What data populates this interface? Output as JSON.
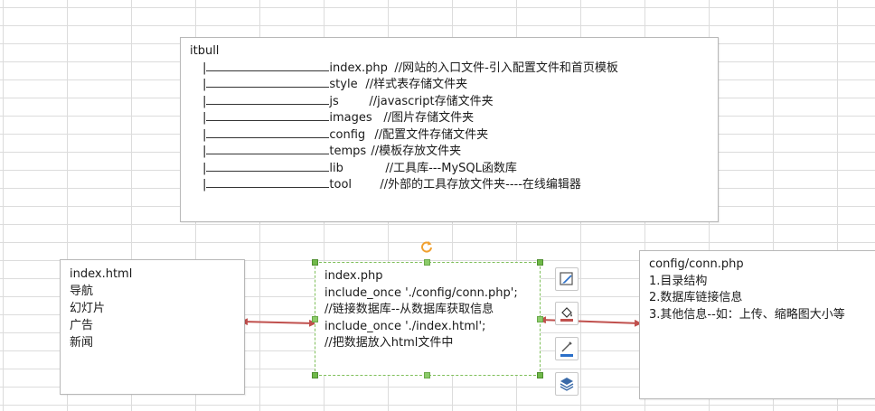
{
  "tree": {
    "root": "itbull",
    "items": [
      {
        "name": "index.php",
        "comment": "//网站的入口文件-引入配置文件和首页模板"
      },
      {
        "name": "style",
        "comment": "//样式表存储文件夹"
      },
      {
        "name": "js",
        "comment": "//javascript存储文件夹"
      },
      {
        "name": "images",
        "comment": "//图片存储文件夹"
      },
      {
        "name": "config",
        "comment": "//配置文件存储文件夹"
      },
      {
        "name": "temps",
        "comment": "//模板存放文件夹"
      },
      {
        "name": "lib",
        "comment": "//工具库---MySQL函数库"
      },
      {
        "name": "tool",
        "comment": "//外部的工具存放文件夹----在线编辑器"
      }
    ],
    "branch_prefix": "|"
  },
  "left_box": {
    "lines": [
      "index.html",
      "导航",
      "幻灯片",
      "广告",
      "新闻"
    ]
  },
  "center_box": {
    "lines": [
      "index.php",
      "include_once './config/conn.php';",
      "//链接数据库--从数据库获取信息",
      "include_once './index.html';",
      "//把数据放入html文件中"
    ]
  },
  "right_box": {
    "lines": [
      "config/conn.php",
      "1.目录结构",
      "2.数据库链接信息",
      "3.其他信息--如：上传、缩略图大小等"
    ]
  },
  "toolbar": {
    "icons": [
      "shape-style-icon",
      "fill-icon",
      "outline-icon",
      "layout-options-icon"
    ]
  },
  "colors": {
    "arrow": "#c0504d",
    "selection": "#70b949",
    "rotate": "#f0a030"
  }
}
